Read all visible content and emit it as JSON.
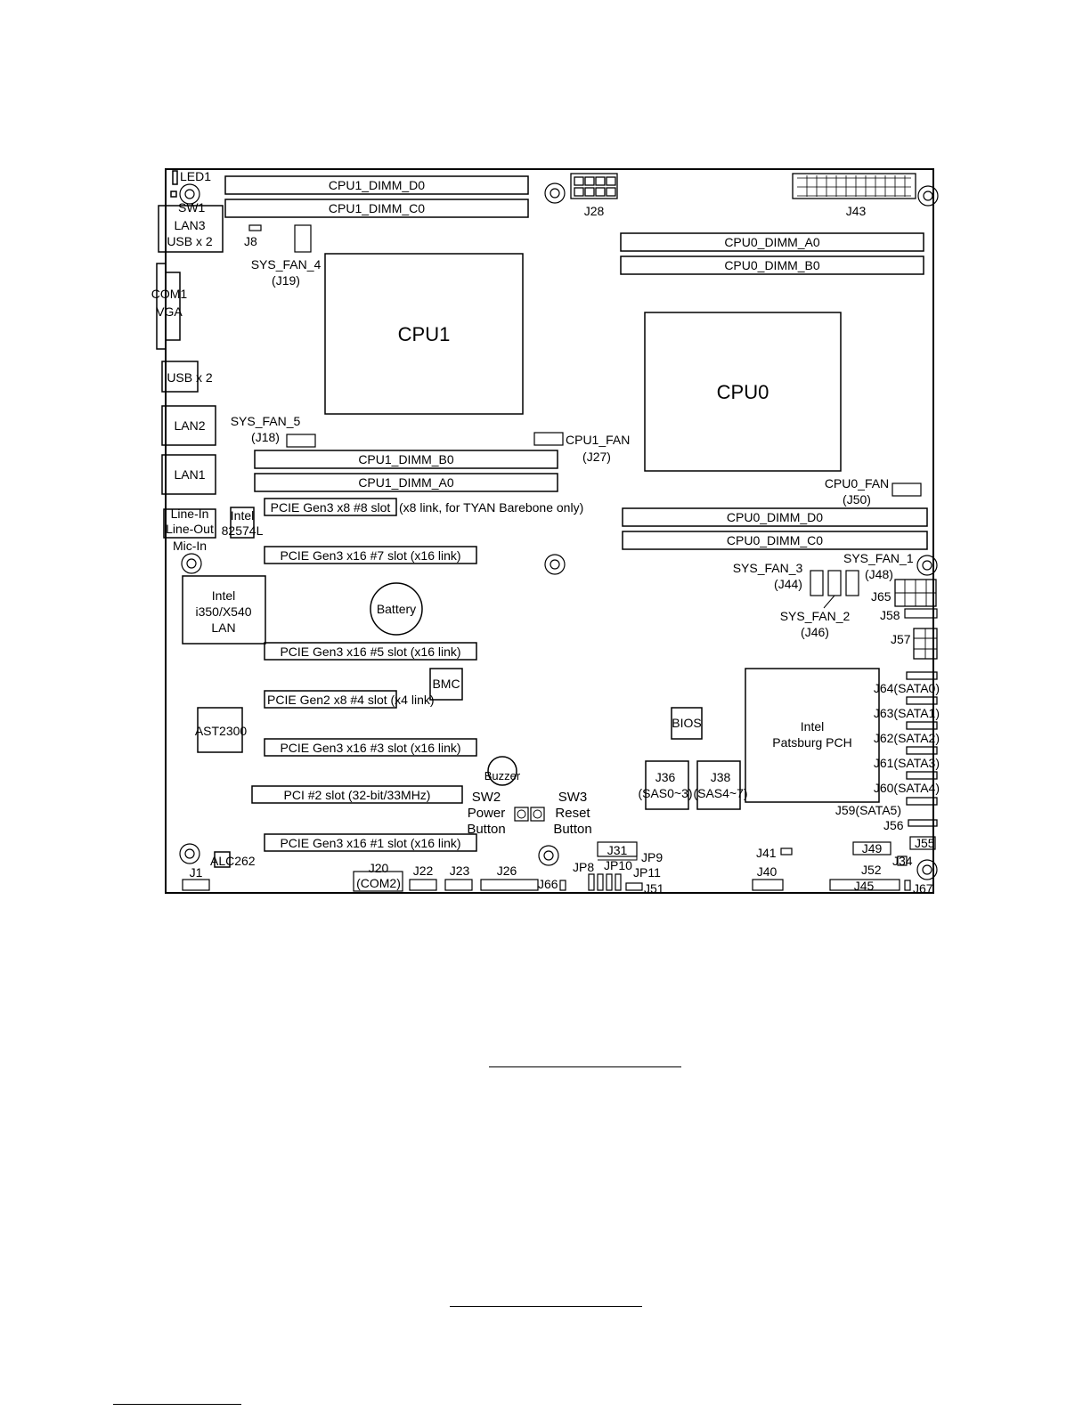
{
  "board": {
    "dimm_slots": [
      {
        "id": "cpu1-dimm-d0",
        "label": "CPU1_DIMM_D0"
      },
      {
        "id": "cpu1-dimm-c0",
        "label": "CPU1_DIMM_C0"
      },
      {
        "id": "cpu0-dimm-a0",
        "label": "CPU0_DIMM_A0"
      },
      {
        "id": "cpu0-dimm-b0",
        "label": "CPU0_DIMM_B0"
      },
      {
        "id": "cpu1-dimm-b0",
        "label": "CPU1_DIMM_B0"
      },
      {
        "id": "cpu1-dimm-a0",
        "label": "CPU1_DIMM_A0"
      },
      {
        "id": "cpu0-dimm-d0",
        "label": "CPU0_DIMM_D0"
      },
      {
        "id": "cpu0-dimm-c0",
        "label": "CPU0_DIMM_C0"
      }
    ],
    "pcie_slots": [
      {
        "id": "pcie-slot-8",
        "label": "PCIE Gen3 x8 #8 slot",
        "note": "(x8 link, for TYAN Barebone only)"
      },
      {
        "id": "pcie-slot-7",
        "label": "PCIE Gen3 x16 #7 slot (x16 link)"
      },
      {
        "id": "pcie-slot-5",
        "label": "PCIE Gen3 x16 #5 slot (x16 link)"
      },
      {
        "id": "pcie-slot-4",
        "label": "PCIE Gen2 x8 #4 slot (x4 link)"
      },
      {
        "id": "pcie-slot-3",
        "label": "PCIE Gen3 x16 #3 slot (x16 link)"
      },
      {
        "id": "pci-slot-2",
        "label": "PCI #2 slot (32-bit/33MHz)"
      },
      {
        "id": "pcie-slot-1",
        "label": "PCIE Gen3 x16 #1 slot (x16 link)"
      }
    ],
    "chips": {
      "cpu1": "CPU1",
      "cpu0": "CPU0",
      "intel_lan": [
        "Intel",
        "i350/X540",
        "LAN"
      ],
      "battery": "Battery",
      "bmc": "BMC",
      "ast2300": "AST2300",
      "bios": "BIOS",
      "pch": [
        "Intel",
        "Patsburg PCH"
      ],
      "buzzer": "Buzzer",
      "intel_82574l": [
        "Intel",
        "82574L"
      ],
      "alc262": "ALC262"
    },
    "io_ports": {
      "led1": "LED1",
      "sw1": "SW1",
      "lan3": [
        "LAN3",
        "USB x 2"
      ],
      "com1": [
        "COM1",
        "VGA"
      ],
      "usb": "USB x 2",
      "lan2": "LAN2",
      "lan1": "LAN1",
      "audio": [
        "Line-In",
        "Line-Out",
        "Mic-In"
      ]
    },
    "fans": {
      "sys_fan_4": [
        "SYS_FAN_4",
        "(J19)"
      ],
      "sys_fan_5": [
        "SYS_FAN_5",
        "(J18)"
      ],
      "cpu1_fan": [
        "CPU1_FAN",
        "(J27)"
      ],
      "cpu0_fan": [
        "CPU0_FAN",
        "(J50)"
      ],
      "sys_fan_1": [
        "SYS_FAN_1",
        "(J48)"
      ],
      "sys_fan_3": [
        "SYS_FAN_3",
        "(J44)"
      ],
      "sys_fan_2": [
        "SYS_FAN_2",
        "(J46)"
      ]
    },
    "buttons": {
      "sw2": [
        "SW2",
        "Power",
        "Button"
      ],
      "sw3": [
        "SW3",
        "Reset",
        "Button"
      ]
    },
    "sas": {
      "j36": [
        "J36",
        "(SAS0~3)"
      ],
      "j38": [
        "J38",
        "(SAS4~7)"
      ]
    },
    "sata": [
      "J64(SATA0)",
      "J63(SATA1)",
      "J62(SATA2)",
      "J61(SATA3)",
      "J60(SATA4)",
      "J59(SATA5)"
    ],
    "connectors": {
      "j8": "J8",
      "j28": "J28",
      "j43": "J43",
      "j65": "J65",
      "j58": "J58",
      "j57": "J57",
      "j56": "J56",
      "j55": "J55",
      "j49": "J49",
      "j41": "J41",
      "j34": "J34",
      "j52": "J52",
      "j40": "J40",
      "j45": "J45",
      "j67": "J67",
      "j1": "J1",
      "j20": [
        "J20",
        "(COM2)"
      ],
      "j22": "J22",
      "j23": "J23",
      "j26": "J26",
      "j66": "J66",
      "jp8": "JP8",
      "jp10": "JP10",
      "jp11": "JP11",
      "j51": "J51",
      "j31": "J31",
      "jp9": "JP9"
    }
  }
}
